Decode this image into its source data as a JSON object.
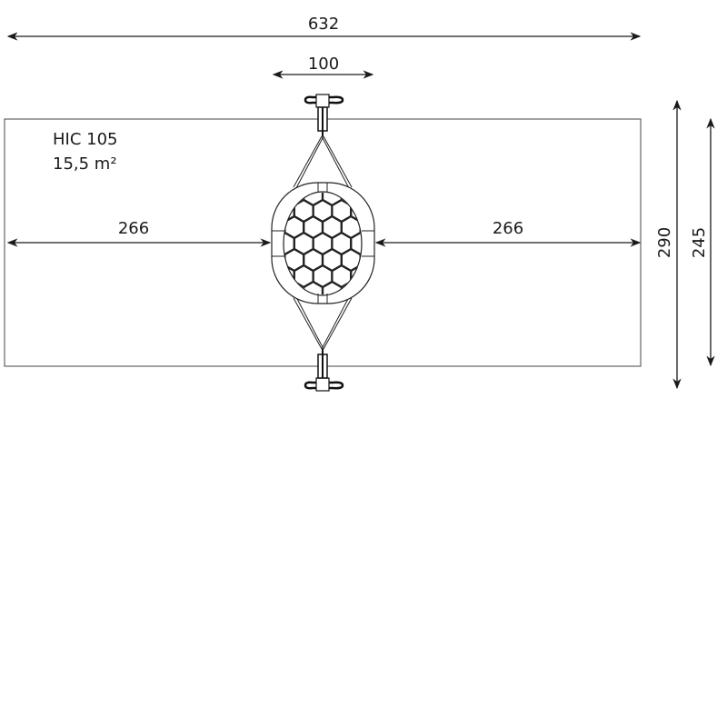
{
  "product": {
    "code": "HIC 105",
    "area": "15,5 m²"
  },
  "dimensions": {
    "total_width": "632",
    "swing_width": "100",
    "left_clearance": "266",
    "right_clearance": "266",
    "total_depth": "290",
    "area_depth": "245"
  },
  "colors": {
    "line": "#1a1a1a",
    "background": "#ffffff"
  }
}
